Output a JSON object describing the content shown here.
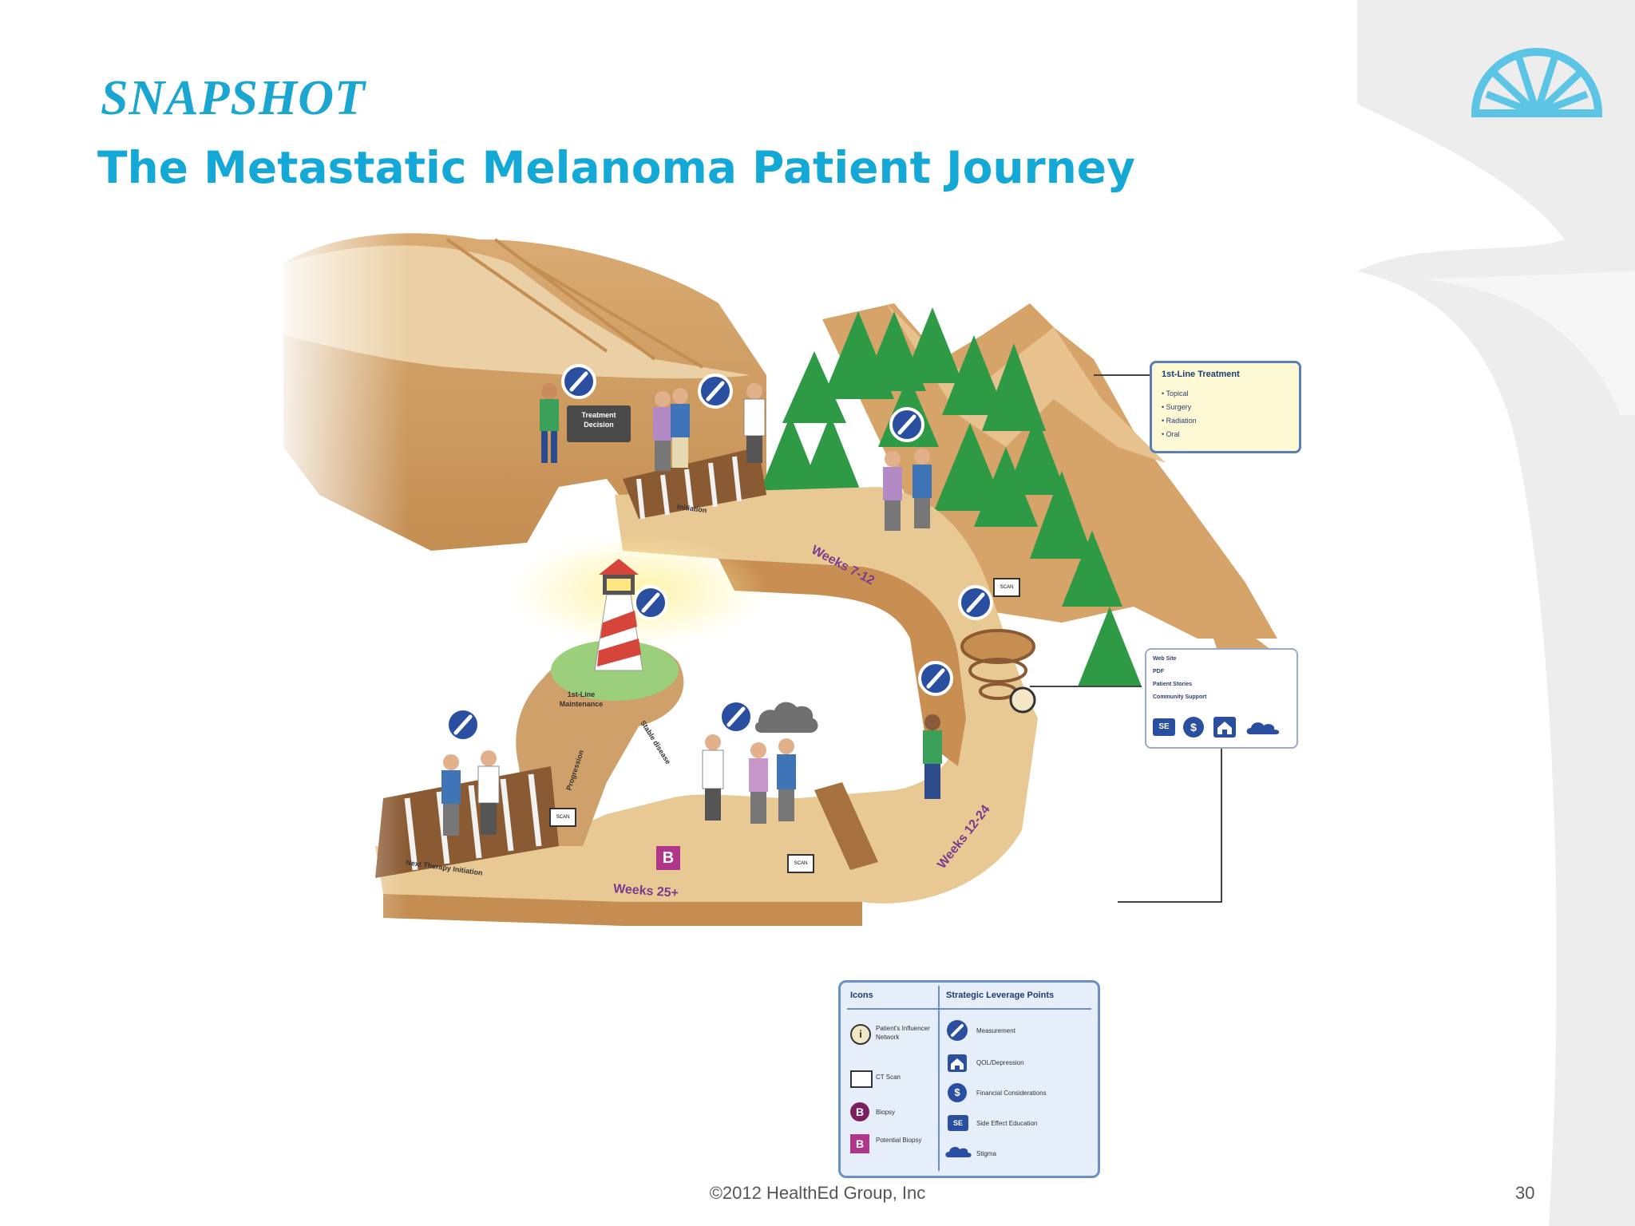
{
  "slide": {
    "kicker": "SNAPSHOT",
    "title": "The Metastatic Melanoma Patient Journey",
    "footer": "©2012 HealthEd Group, Inc",
    "page_number": "30"
  },
  "colors": {
    "accent": "#14a8d6",
    "path": "#d8a86a",
    "trees": "#3aa04a",
    "label_purple": "#7b3a8f",
    "legend_bg": "#e6eefa"
  },
  "map_labels": {
    "treatment_decision": "Treatment Decision",
    "initiation": "Initiation",
    "weeks_7_12": "Weeks 7-12",
    "weeks_12_24": "Weeks 12-24",
    "weeks_25": "Weeks 25+",
    "first_line_maintenance": "1st-Line Maintenance",
    "stable_disease": "Stable disease",
    "progression": "Progression",
    "next_therapy_initiation": "Next Therapy Initiation",
    "scan": "SCAN",
    "biopsy_letter": "B"
  },
  "first_line_box": {
    "title": "1st-Line Treatment",
    "items": [
      "• Topical",
      "• Surgery",
      "• Radiation",
      "• Oral"
    ]
  },
  "resources_box": {
    "items": [
      "Web Site",
      "PDF",
      "Patient Stories",
      "Community Support"
    ],
    "icons": [
      "SE",
      "$"
    ]
  },
  "legend": {
    "icons_header": "Icons",
    "leverage_header": "Strategic Leverage Points",
    "icons": [
      {
        "icon": "info-icon",
        "label": "Patient's Influencer Network"
      },
      {
        "icon": "scan-icon",
        "label": "CT Scan"
      },
      {
        "icon": "biopsy-circle-icon",
        "label": "Biopsy"
      },
      {
        "icon": "biopsy-square-icon",
        "label": "Potential Biopsy"
      }
    ],
    "leverage": [
      {
        "icon": "measurement-icon",
        "label": "Measurement"
      },
      {
        "icon": "home-icon",
        "label": "QOL/Depression"
      },
      {
        "icon": "dollar-icon",
        "label": "Financial Considerations"
      },
      {
        "icon": "se-icon",
        "label": "Side Effect Education"
      },
      {
        "icon": "cloud-icon",
        "label": "Stigma"
      }
    ]
  }
}
